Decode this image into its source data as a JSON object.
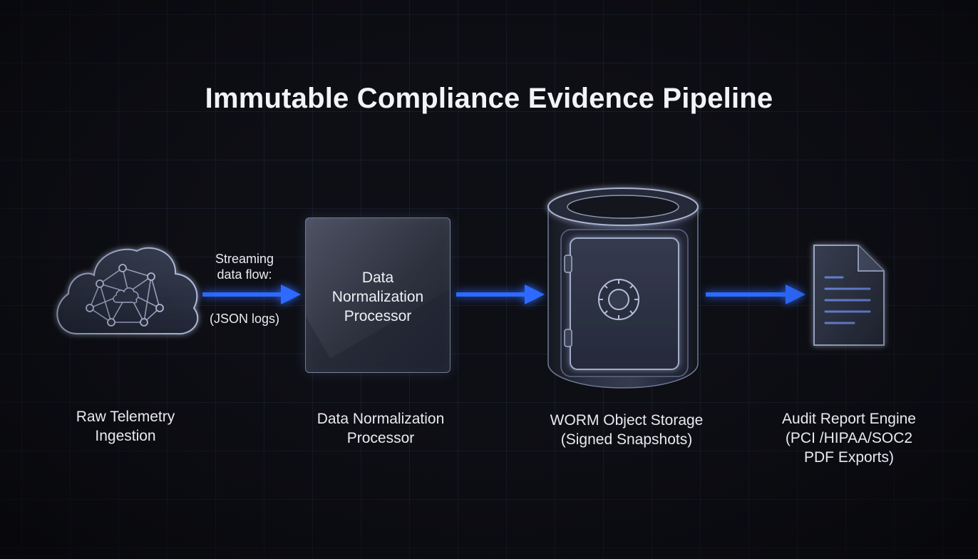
{
  "diagram": {
    "title": "Immutable Compliance Evidence Pipeline",
    "flow_note": {
      "line1": "Streaming",
      "line2": "data flow:",
      "line3": "(JSON logs)"
    },
    "processor_box": {
      "line1": "Data",
      "line2": "Normalization",
      "line3": "Processor"
    },
    "stages": [
      {
        "line1": "Raw Telemetry",
        "line2": "Ingestion",
        "icon": "cloud-network-icon"
      },
      {
        "line1": "Data Normalization",
        "line2": "Processor",
        "icon": "processor-box"
      },
      {
        "line1": "WORM Object Storage",
        "line2": "(Signed Snapshots)",
        "icon": "vault-cylinder-icon"
      },
      {
        "line1": "Audit Report Engine",
        "line2": "(PCI /HIPAA/SOC2",
        "line3": "PDF Exports)",
        "icon": "document-icon"
      }
    ],
    "colors": {
      "background": "#0e0f15",
      "arrow": "#2f6bff",
      "arrow_glow": "#1f4fff",
      "text": "#e8eaf0",
      "icon_stroke": "#aab6d6"
    }
  }
}
